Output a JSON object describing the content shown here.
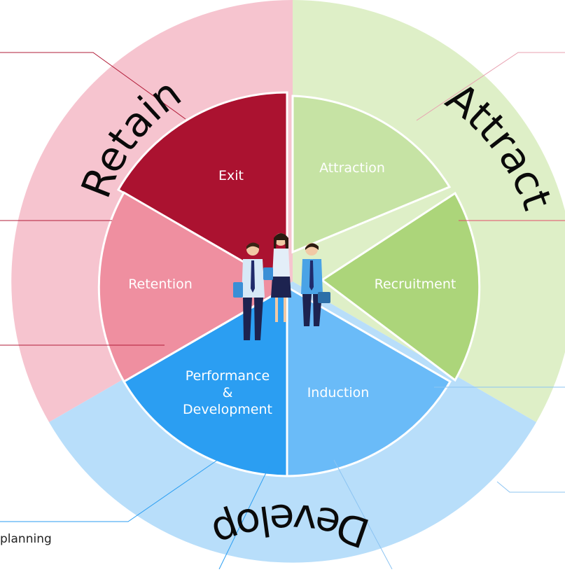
{
  "diagram": {
    "ring_labels": {
      "retain": "Retain",
      "attract": "Attract",
      "develop": "Develop"
    },
    "segments": {
      "exit": "Exit",
      "attraction": "Attraction",
      "recruitment": "Recruitment",
      "induction": "Induction",
      "performance_line1": "Performance",
      "performance_line2": "&",
      "performance_line3": "Development",
      "retention": "Retention"
    },
    "partial_text": "planning"
  },
  "colors": {
    "retain_ring": "#f6c4cf",
    "attract_ring": "#deefc7",
    "develop_ring": "#b8defa",
    "exit": "#ab1230",
    "attraction": "#c6e3a4",
    "recruitment": "#acd57a",
    "induction": "#6abbf8",
    "performance": "#2b9ef2",
    "retention": "#ef8fa0"
  }
}
